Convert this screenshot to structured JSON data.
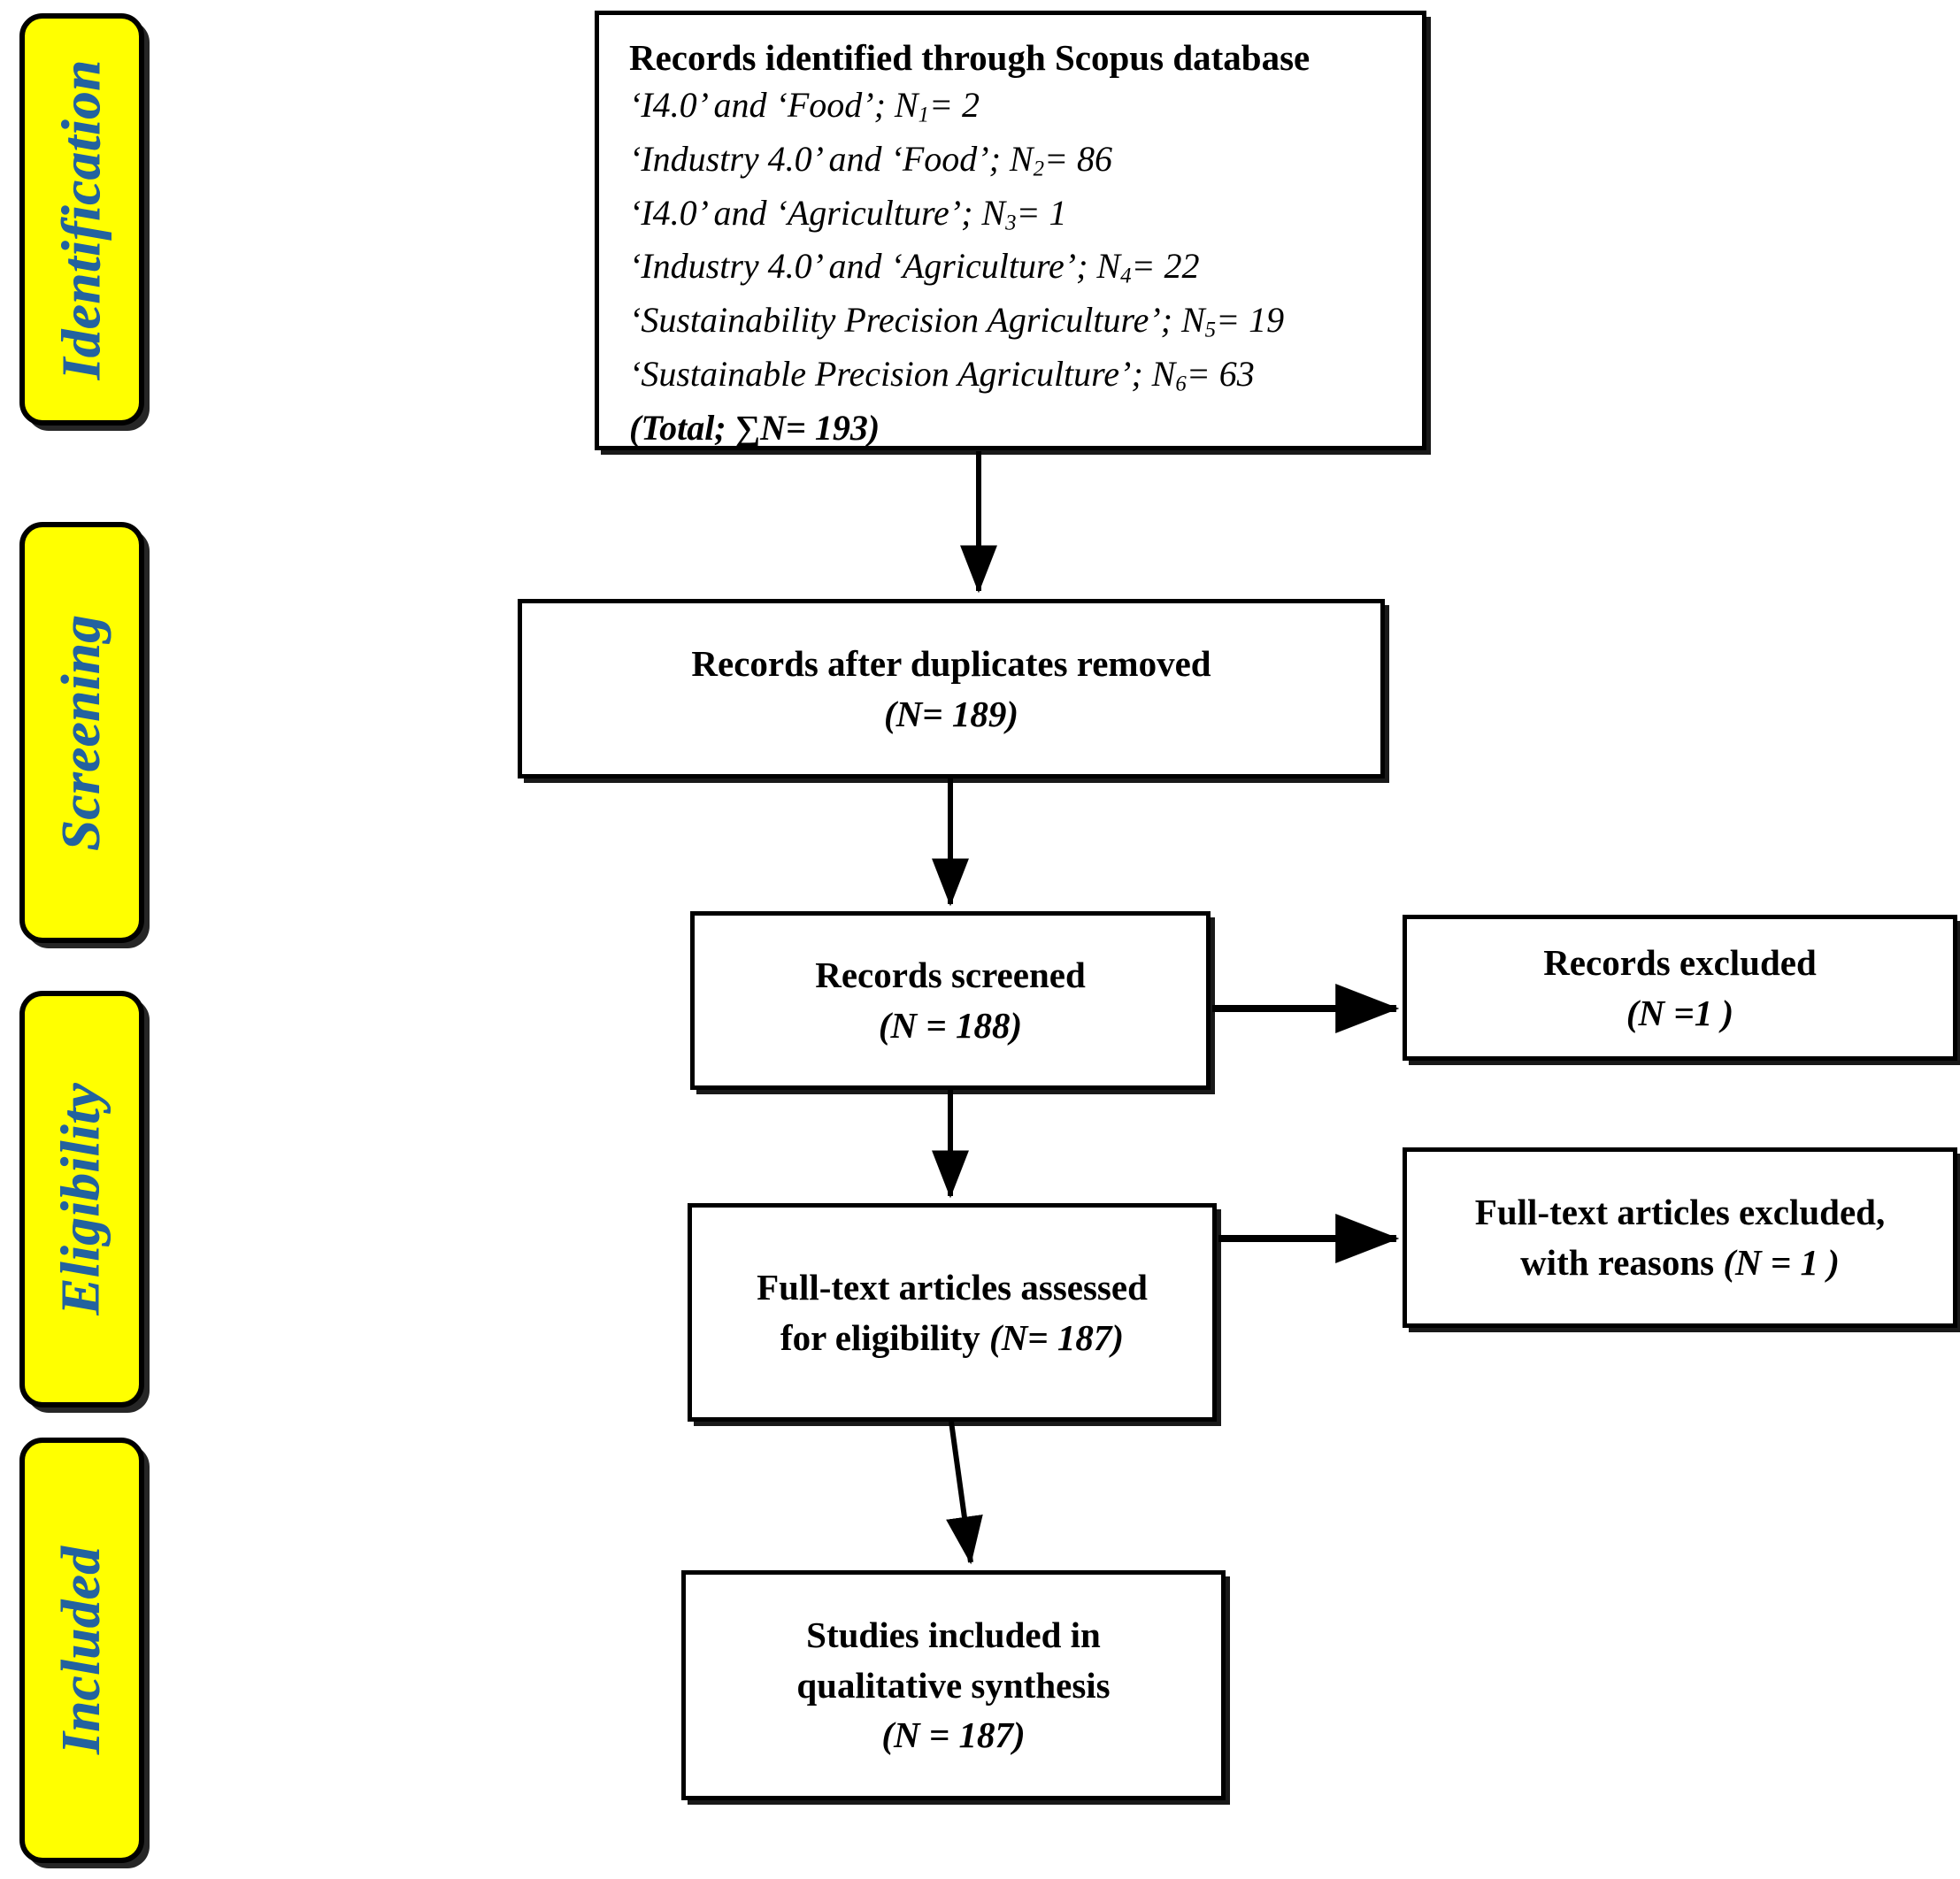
{
  "diagram": {
    "type": "prisma-flow-diagram",
    "title": "PRISMA Flow Diagram",
    "colors": {
      "stage_fill": "#FFFF00",
      "stage_text": "#23629F",
      "box_border": "#000000",
      "box_fill": "#FFFFFF",
      "connector": "#000000"
    }
  },
  "stages": [
    {
      "id": "identification",
      "label": "Identification"
    },
    {
      "id": "screening",
      "label": "Screening"
    },
    {
      "id": "eligibility",
      "label": "Eligibility"
    },
    {
      "id": "included",
      "label": "Included"
    }
  ],
  "boxes": {
    "identified": {
      "heading": "Records identified through Scopus database",
      "queries": [
        {
          "query": "‘I4.0’ and ‘Food’; ",
          "symbol": "N",
          "index": "1",
          "value": "= 2"
        },
        {
          "query": "‘Industry 4.0’ and ‘Food’; ",
          "symbol": "N",
          "index": "2",
          "value": "= 86"
        },
        {
          "query": "‘I4.0’ and ‘Agriculture’; ",
          "symbol": "N",
          "index": "3",
          "value": "= 1"
        },
        {
          "query": "‘Industry 4.0’ and ‘Agriculture’; ",
          "symbol": "N",
          "index": "4",
          "value": "= 22"
        },
        {
          "query": "‘Sustainability Precision Agriculture’; ",
          "symbol": "N",
          "index": "5",
          "value": "= 19"
        },
        {
          "query": "‘Sustainable Precision Agriculture’; ",
          "symbol": "N",
          "index": "6",
          "value": "= 63"
        }
      ],
      "total": "(Total; ∑N= 193)"
    },
    "duplicates_removed": {
      "title": "Records after duplicates removed",
      "count": "(N= 189)"
    },
    "records_screened": {
      "title": "Records screened",
      "count": "(N = 188)"
    },
    "records_excluded": {
      "title": "Records excluded",
      "count": "(N =1 )"
    },
    "fulltext_assessed": {
      "title_line1": "Full-text articles assessed",
      "title_line2_prefix": "for eligibility ",
      "title_line2_count": "(N= 187)"
    },
    "fulltext_excluded": {
      "title_line1": "Full-text articles excluded,",
      "title_line2_prefix": "with reasons ",
      "title_line2_count": "(N = 1 )"
    },
    "studies_included": {
      "title_line1": "Studies included in",
      "title_line2": "qualitative synthesis",
      "count": "(N = 187)"
    }
  }
}
